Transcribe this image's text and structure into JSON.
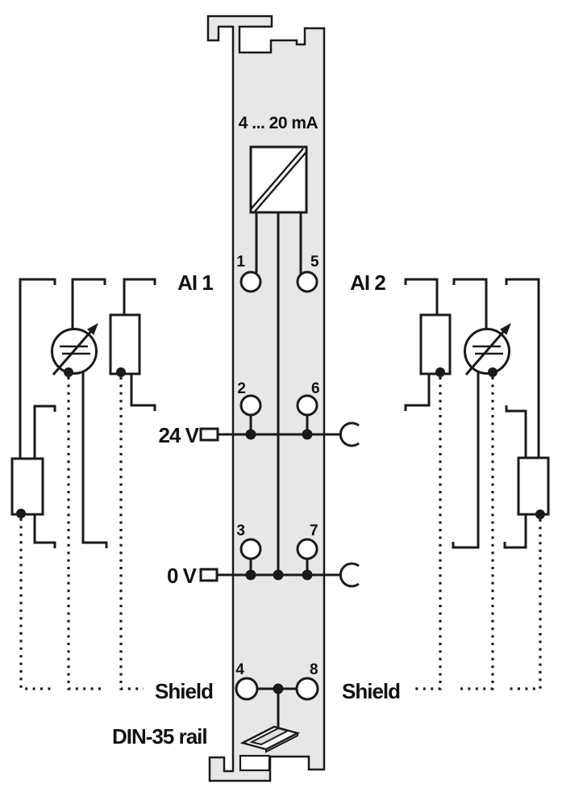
{
  "diagram": {
    "module": {
      "range_label": "4 ... 20 mA",
      "terminals": {
        "t1": "1",
        "t2": "2",
        "t3": "3",
        "t4": "4",
        "t5": "5",
        "t6": "6",
        "t7": "7",
        "t8": "8"
      }
    },
    "left_channel": {
      "label": "AI 1",
      "shield_label": "Shield"
    },
    "right_channel": {
      "label": "AI 2",
      "shield_label": "Shield"
    },
    "bus": {
      "supply_label": "24 V",
      "ground_label": "0 V"
    },
    "rail_label": "DIN-35 rail",
    "icons": {
      "converter": "a/d-converter",
      "sensor": "adjustable-current-source",
      "rail": "din-35-rail",
      "bus_continuation": "open-arc"
    },
    "colors": {
      "module_fill": "#e7e7e7",
      "line": "#1a1a1a",
      "background": "#ffffff"
    }
  }
}
